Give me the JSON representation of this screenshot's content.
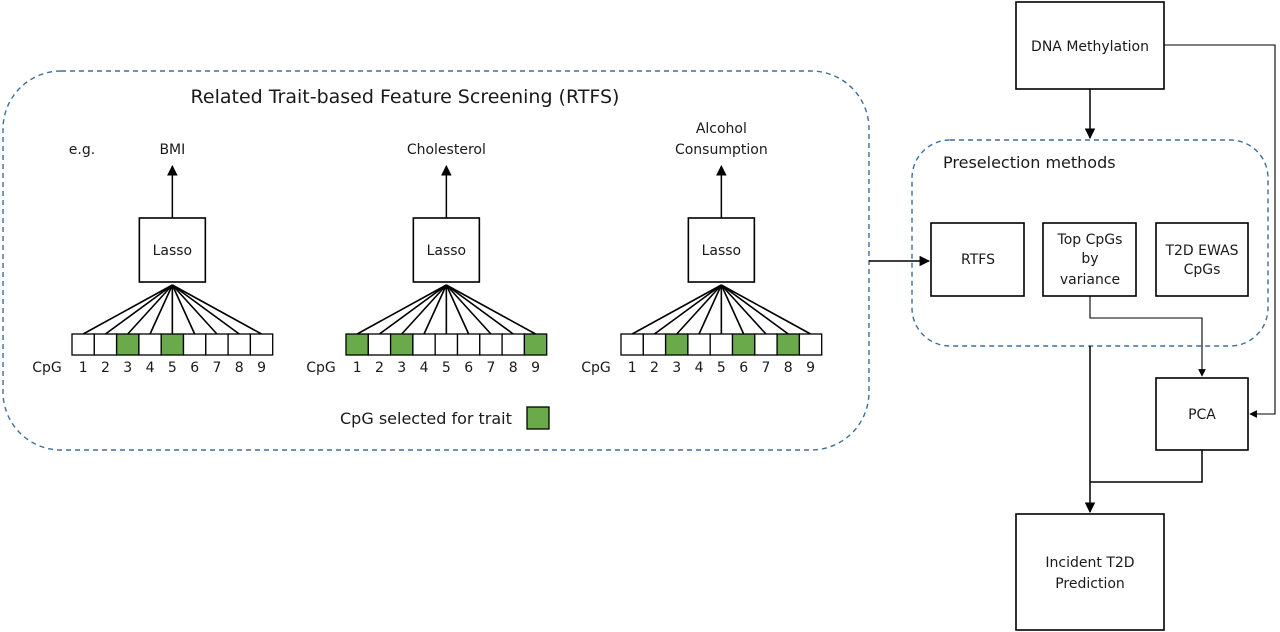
{
  "rtfs": {
    "title": "Related Trait-based Feature Screening (RTFS)",
    "example_prefix": "e.g.",
    "lasso_label": "Lasso",
    "cpg_axis_label": "CpG",
    "cpg_numbers": [
      "1",
      "2",
      "3",
      "4",
      "5",
      "6",
      "7",
      "8",
      "9"
    ],
    "traits": [
      {
        "name_lines": [
          "BMI"
        ],
        "selected": [
          3,
          5
        ]
      },
      {
        "name_lines": [
          "Cholesterol"
        ],
        "selected": [
          1,
          3,
          9
        ]
      },
      {
        "name_lines": [
          "Alcohol",
          "Consumption"
        ],
        "selected": [
          3,
          6,
          8
        ]
      }
    ],
    "legend_label": "CpG selected for trait"
  },
  "pipeline": {
    "dna_methylation": "DNA Methylation",
    "preselection_title": "Preselection methods",
    "methods": [
      {
        "lines": [
          "RTFS"
        ]
      },
      {
        "lines": [
          "Top CpGs",
          "by",
          "variance"
        ]
      },
      {
        "lines": [
          "T2D EWAS",
          "CpGs"
        ]
      }
    ],
    "pca": "PCA",
    "outcome_lines": [
      "Incident T2D",
      "Prediction"
    ]
  },
  "colors": {
    "selected_fill": "#6aaa4a",
    "unselected_fill": "#ffffff",
    "dashed_border": "#3d6f9c"
  }
}
